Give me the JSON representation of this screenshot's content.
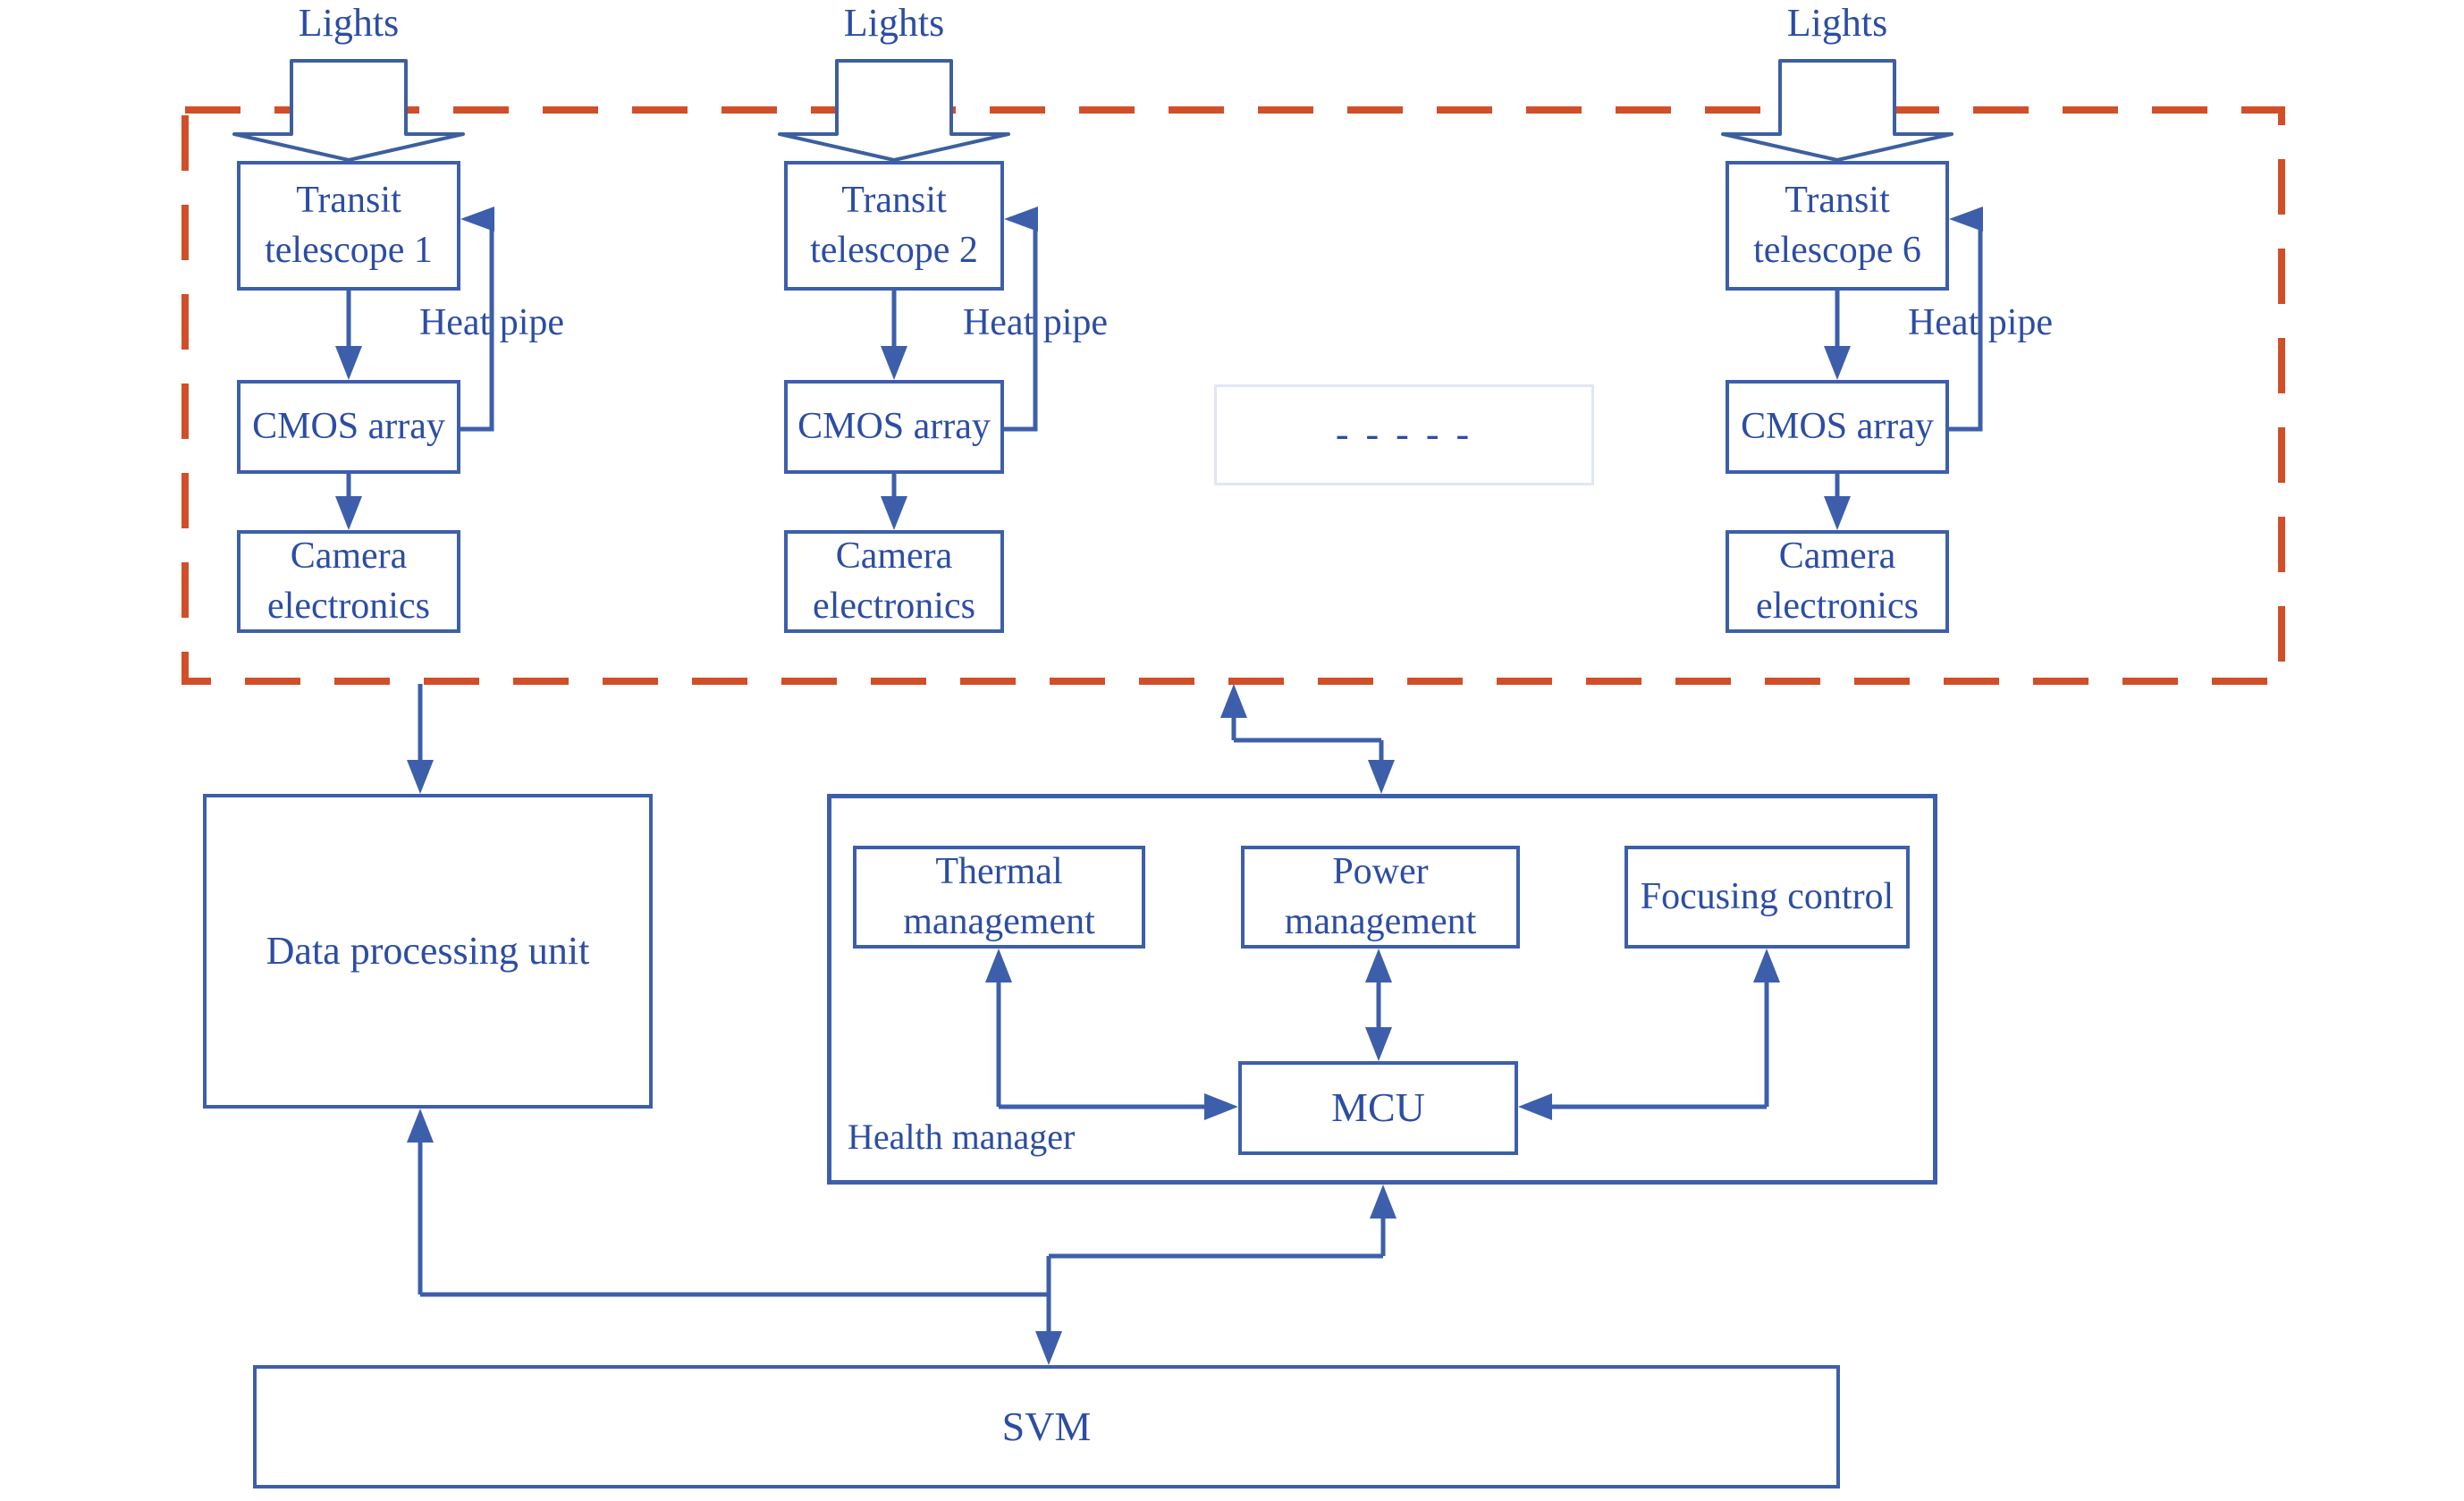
{
  "diagram": {
    "columns": [
      {
        "lights": "Lights",
        "telescope": "Transit telescope 1",
        "cmos": "CMOS array",
        "camera": "Camera electronics",
        "heat_pipe": "Heat pipe"
      },
      {
        "lights": "Lights",
        "telescope": "Transit telescope 2",
        "cmos": "CMOS array",
        "camera": "Camera electronics",
        "heat_pipe": "Heat pipe"
      },
      {
        "lights": "Lights",
        "telescope": "Transit telescope 6",
        "cmos": "CMOS array",
        "camera": "Camera electronics",
        "heat_pipe": "Heat pipe"
      }
    ],
    "placeholder_dashes": "- - - - -",
    "dpu_label": "Data processing unit",
    "health_manager": {
      "label": "Health manager",
      "thermal": "Thermal management",
      "power": "Power management",
      "focusing": "Focusing control",
      "mcu": "MCU"
    },
    "svm_label": "SVM",
    "colors": {
      "connector_blue": "#3d5fab",
      "text_blue": "#2c4da3",
      "enclosure_dashed_red": "#d14f28",
      "placeholder_border": "#e2e6f4"
    }
  }
}
